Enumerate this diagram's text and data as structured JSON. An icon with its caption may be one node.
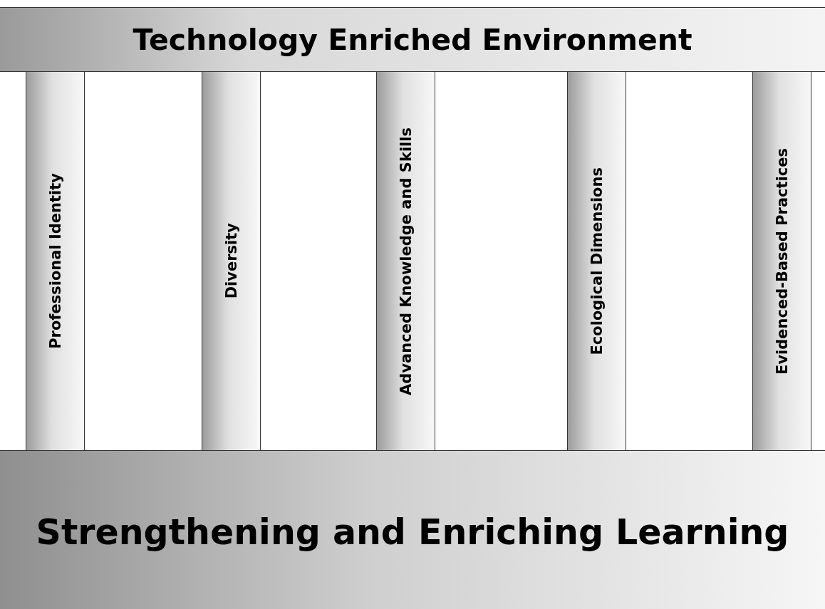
{
  "diagram": {
    "nodes": [
      {
        "text": [
          "Technology Enriched Environment"
        ]
      },
      {
        "text": [
          "Professional Identity"
        ]
      },
      {
        "text": [
          "Diversity"
        ]
      },
      {
        "text": [
          "Advanced Knowledge and Skills"
        ]
      },
      {
        "text": [
          "Ecological Dimensions"
        ]
      },
      {
        "text": [
          "Evidenced-Based Practices"
        ]
      },
      {
        "text": [
          "Strengthening and Enriching Learning"
        ]
      }
    ]
  }
}
